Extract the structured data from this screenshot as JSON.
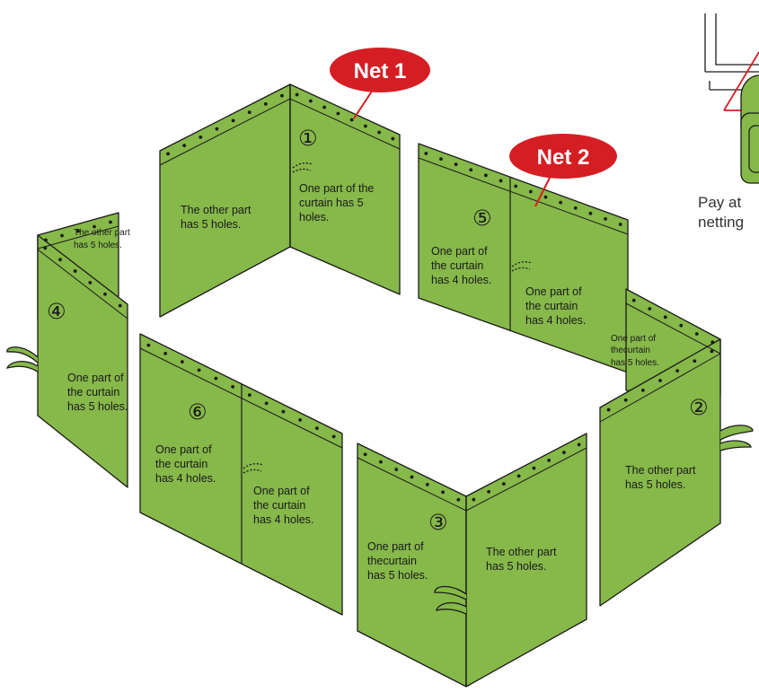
{
  "colors": {
    "panel": "#86B84A",
    "callout": "#D51E24",
    "stroke": "#1a1a1a",
    "warning": "#D51E24"
  },
  "callouts": {
    "net1": "Net 1",
    "net2": "Net 2"
  },
  "note": {
    "line1": "Pay at",
    "line2": "netting"
  },
  "numbers": {
    "n1": "①",
    "n2": "②",
    "n3": "③",
    "n4": "④",
    "n5": "⑤",
    "n6": "⑥"
  },
  "panels": {
    "p1_left": [
      "The other part",
      "has 5 holes."
    ],
    "p1_right": [
      "One part of the",
      "curtain has 5",
      "holes."
    ],
    "p4_top": [
      "The other part",
      "has 5 holes."
    ],
    "p4_main": [
      "One part of",
      "the curtain",
      "has 5 holes."
    ],
    "p5_left": [
      "One part of",
      "the curtain",
      "has 4 holes."
    ],
    "p5_right": [
      "One part of",
      "the curtain",
      "has 4 holes."
    ],
    "p2_top": [
      "One part of",
      "thecurtain",
      "has 5 holes."
    ],
    "p2_main": [
      "The other part",
      "has 5 holes."
    ],
    "p6_left": [
      "One part of",
      "the curtain",
      "has 4 holes."
    ],
    "p6_right": [
      "One part of",
      "the curtain",
      "has 4 holes."
    ],
    "p3_left": [
      "One part of",
      "thecurtain",
      "has 5 holes."
    ],
    "p3_right": [
      "The other part",
      "has 5 holes."
    ]
  }
}
